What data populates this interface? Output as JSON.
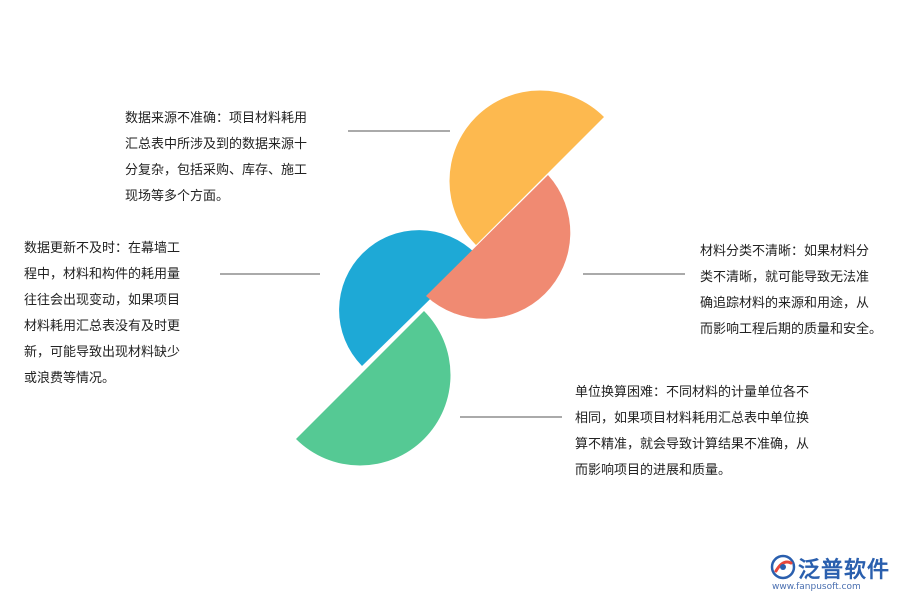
{
  "notes": {
    "top": [
      "数据来源不准确：项目材料耗用",
      "汇总表中所涉及到的数据来源十",
      "分复杂，包括采购、库存、施工",
      "现场等多个方面。"
    ],
    "left": [
      "数据更新不及时：在幕墙工",
      "程中，材料和构件的耗用量",
      "往往会出现变动，如果项目",
      "材料耗用汇总表没有及时更",
      "新，可能导致出现材料缺少",
      "或浪费等情况。"
    ],
    "right": [
      "材料分类不清晰：如果材料分",
      "类不清晰，就可能导致无法准",
      "确追踪材料的来源和用途，从",
      "而影响工程后期的质量和安全。"
    ],
    "bottom": [
      "单位换算困难：不同材料的计量单位各不",
      "相同，如果项目材料耗用汇总表中单位换",
      "算不精准，就会导致计算结果不准确，从",
      "而影响项目的进展和质量。"
    ]
  },
  "colors": {
    "yellow": "#fdb94f",
    "salmon": "#f08a72",
    "blue": "#1ea9d6",
    "green": "#55c994",
    "connector": "#555555",
    "brand": "#2a5fae"
  },
  "logo": {
    "name": "泛普软件",
    "url": "www.fanpusoft.com"
  }
}
